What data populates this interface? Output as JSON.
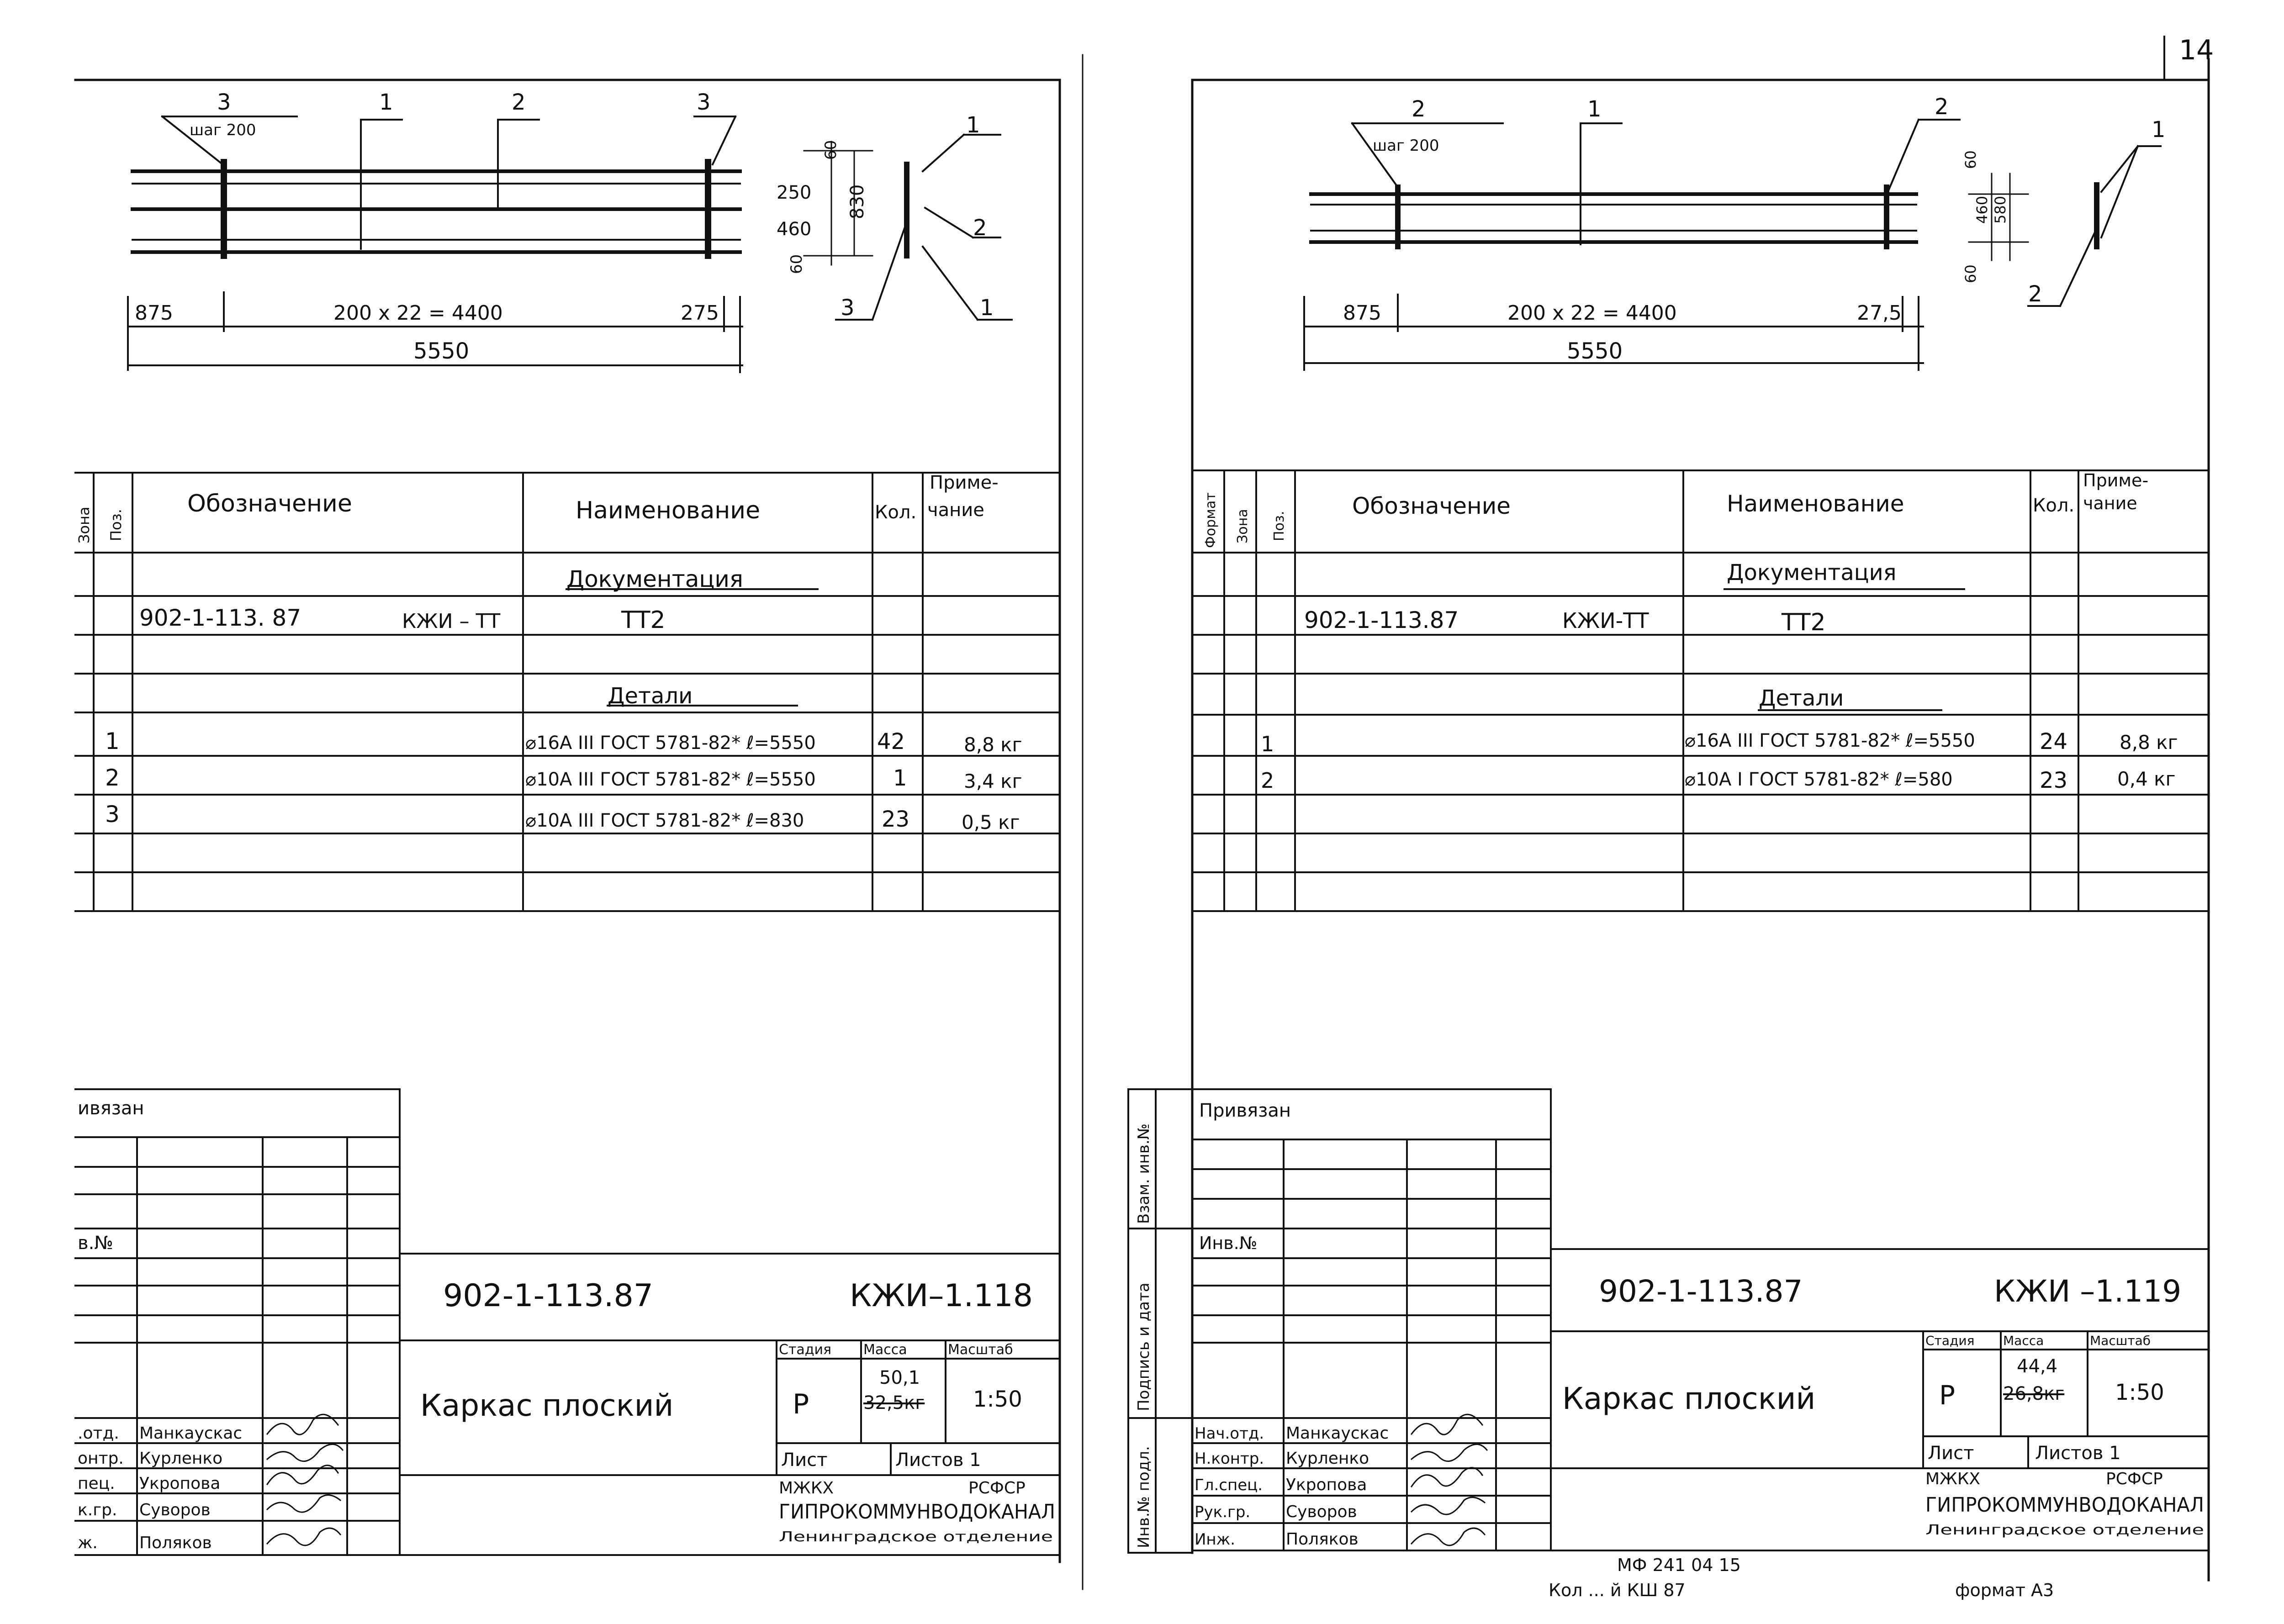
{
  "page_number": "14",
  "columns": {
    "zone": "Зона",
    "pos": "Поз.",
    "format": "Формат",
    "designation": "Обозначение",
    "name": "Наименование",
    "qty": "Кол.",
    "note_line1": "Приме-",
    "note_line2": "чание"
  },
  "left": {
    "drawing": {
      "callouts": [
        "3",
        "1",
        "2",
        "3"
      ],
      "step_label": "шаг 200",
      "dims": {
        "a": "875",
        "b": "200 x 22 = 4400",
        "c": "275",
        "total": "5550"
      },
      "section_dims": [
        "60",
        "250",
        "460",
        "60",
        "830"
      ],
      "section_callouts": [
        "1",
        "2",
        "3",
        "1"
      ]
    },
    "rows": {
      "doc_header": "Документация",
      "doc_designation": "902-1-113. 87",
      "doc_code": "КЖИ – ТТ",
      "doc_name": "ТТ2",
      "parts_header": "Детали",
      "items": [
        {
          "pos": "1",
          "name": "⌀16А III ГОСТ 5781-82* ℓ=5550",
          "qty": "42",
          "note": "8,8 кг"
        },
        {
          "pos": "2",
          "name": "⌀10А III ГОСТ 5781-82* ℓ=5550",
          "qty": "1",
          "note": "3,4 кг"
        },
        {
          "pos": "3",
          "name": "⌀10А III ГОСТ 5781-82* ℓ=830",
          "qty": "23",
          "note": "0,5 кг"
        }
      ]
    },
    "stamp": {
      "privyazan": "ивязан",
      "inv": "в.№",
      "code": "902-1-113.87",
      "sheet_code": "КЖИ–1.118",
      "title": "Каркас плоский",
      "stage_h": "Стадия",
      "mass_h": "Масса",
      "scale_h": "Масштаб",
      "stage": "Р",
      "mass_new": "50,1",
      "mass_old": "32,5кг",
      "scale": "1:50",
      "sheet_l": "Лист",
      "sheets_l": "Листов 1",
      "org1": "МЖКХ",
      "org2": "РСФСР",
      "org3": "ГИПРОКОММУНВОДОКАНАЛ",
      "org4": "Ленинградское отделение",
      "people": [
        {
          "role": ".отд.",
          "name": "Манкаускас"
        },
        {
          "role": "онтр.",
          "name": "Курленко"
        },
        {
          "role": "пец.",
          "name": "Укропова"
        },
        {
          "role": "к.гр.",
          "name": "Суворов"
        },
        {
          "role": "ж.",
          "name": "Поляков"
        }
      ]
    }
  },
  "right": {
    "drawing": {
      "callouts": [
        "2",
        "1",
        "2"
      ],
      "step_label": "шаг 200",
      "dims": {
        "a": "875",
        "b": "200 x 22 = 4400",
        "c": "27,5",
        "total": "5550"
      },
      "section_dims": [
        "60",
        "460",
        "60",
        "580"
      ],
      "section_callouts": [
        "1",
        "2"
      ]
    },
    "rows": {
      "doc_header": "Документация",
      "doc_designation": "902-1-113.87",
      "doc_code": "КЖИ-ТТ",
      "doc_name": "ТТ2",
      "parts_header": "Детали",
      "items": [
        {
          "pos": "1",
          "name": "⌀16А III ГОСТ 5781-82* ℓ=5550",
          "qty": "24",
          "note": "8,8 кг"
        },
        {
          "pos": "2",
          "name": "⌀10А I ГОСТ 5781-82* ℓ=580",
          "qty": "23",
          "note": "0,4 кг"
        }
      ]
    },
    "side_labels": [
      "Инв.№ подл.",
      "Подпись и дата",
      "Взам. инв.№"
    ],
    "stamp": {
      "privyazan": "Привязан",
      "inv": "Инв.№",
      "code": "902-1-113.87",
      "sheet_code": "КЖИ –1.119",
      "title": "Каркас плоский",
      "stage_h": "Стадия",
      "mass_h": "Масса",
      "scale_h": "Масштаб",
      "stage": "Р",
      "mass_new": "44,4",
      "mass_old": "26,8кг",
      "scale": "1:50",
      "sheet_l": "Лист",
      "sheets_l": "Листов 1",
      "org1": "МЖКХ",
      "org2": "РСФСР",
      "org3": "ГИПРОКОММУНВОДОКАНАЛ",
      "org4": "Ленинградское отделение",
      "people": [
        {
          "role": "Нач.отд.",
          "name": "Манкаускас"
        },
        {
          "role": "Н.контр.",
          "name": "Курленко"
        },
        {
          "role": "Гл.спец.",
          "name": "Укропова"
        },
        {
          "role": "Рук.гр.",
          "name": "Суворов"
        },
        {
          "role": "Инж.",
          "name": "Поляков"
        }
      ]
    }
  },
  "footer": {
    "code": "МФ 241  04  15",
    "line2": "Кол   ...   й КШ  87",
    "line3": "формат А3"
  }
}
